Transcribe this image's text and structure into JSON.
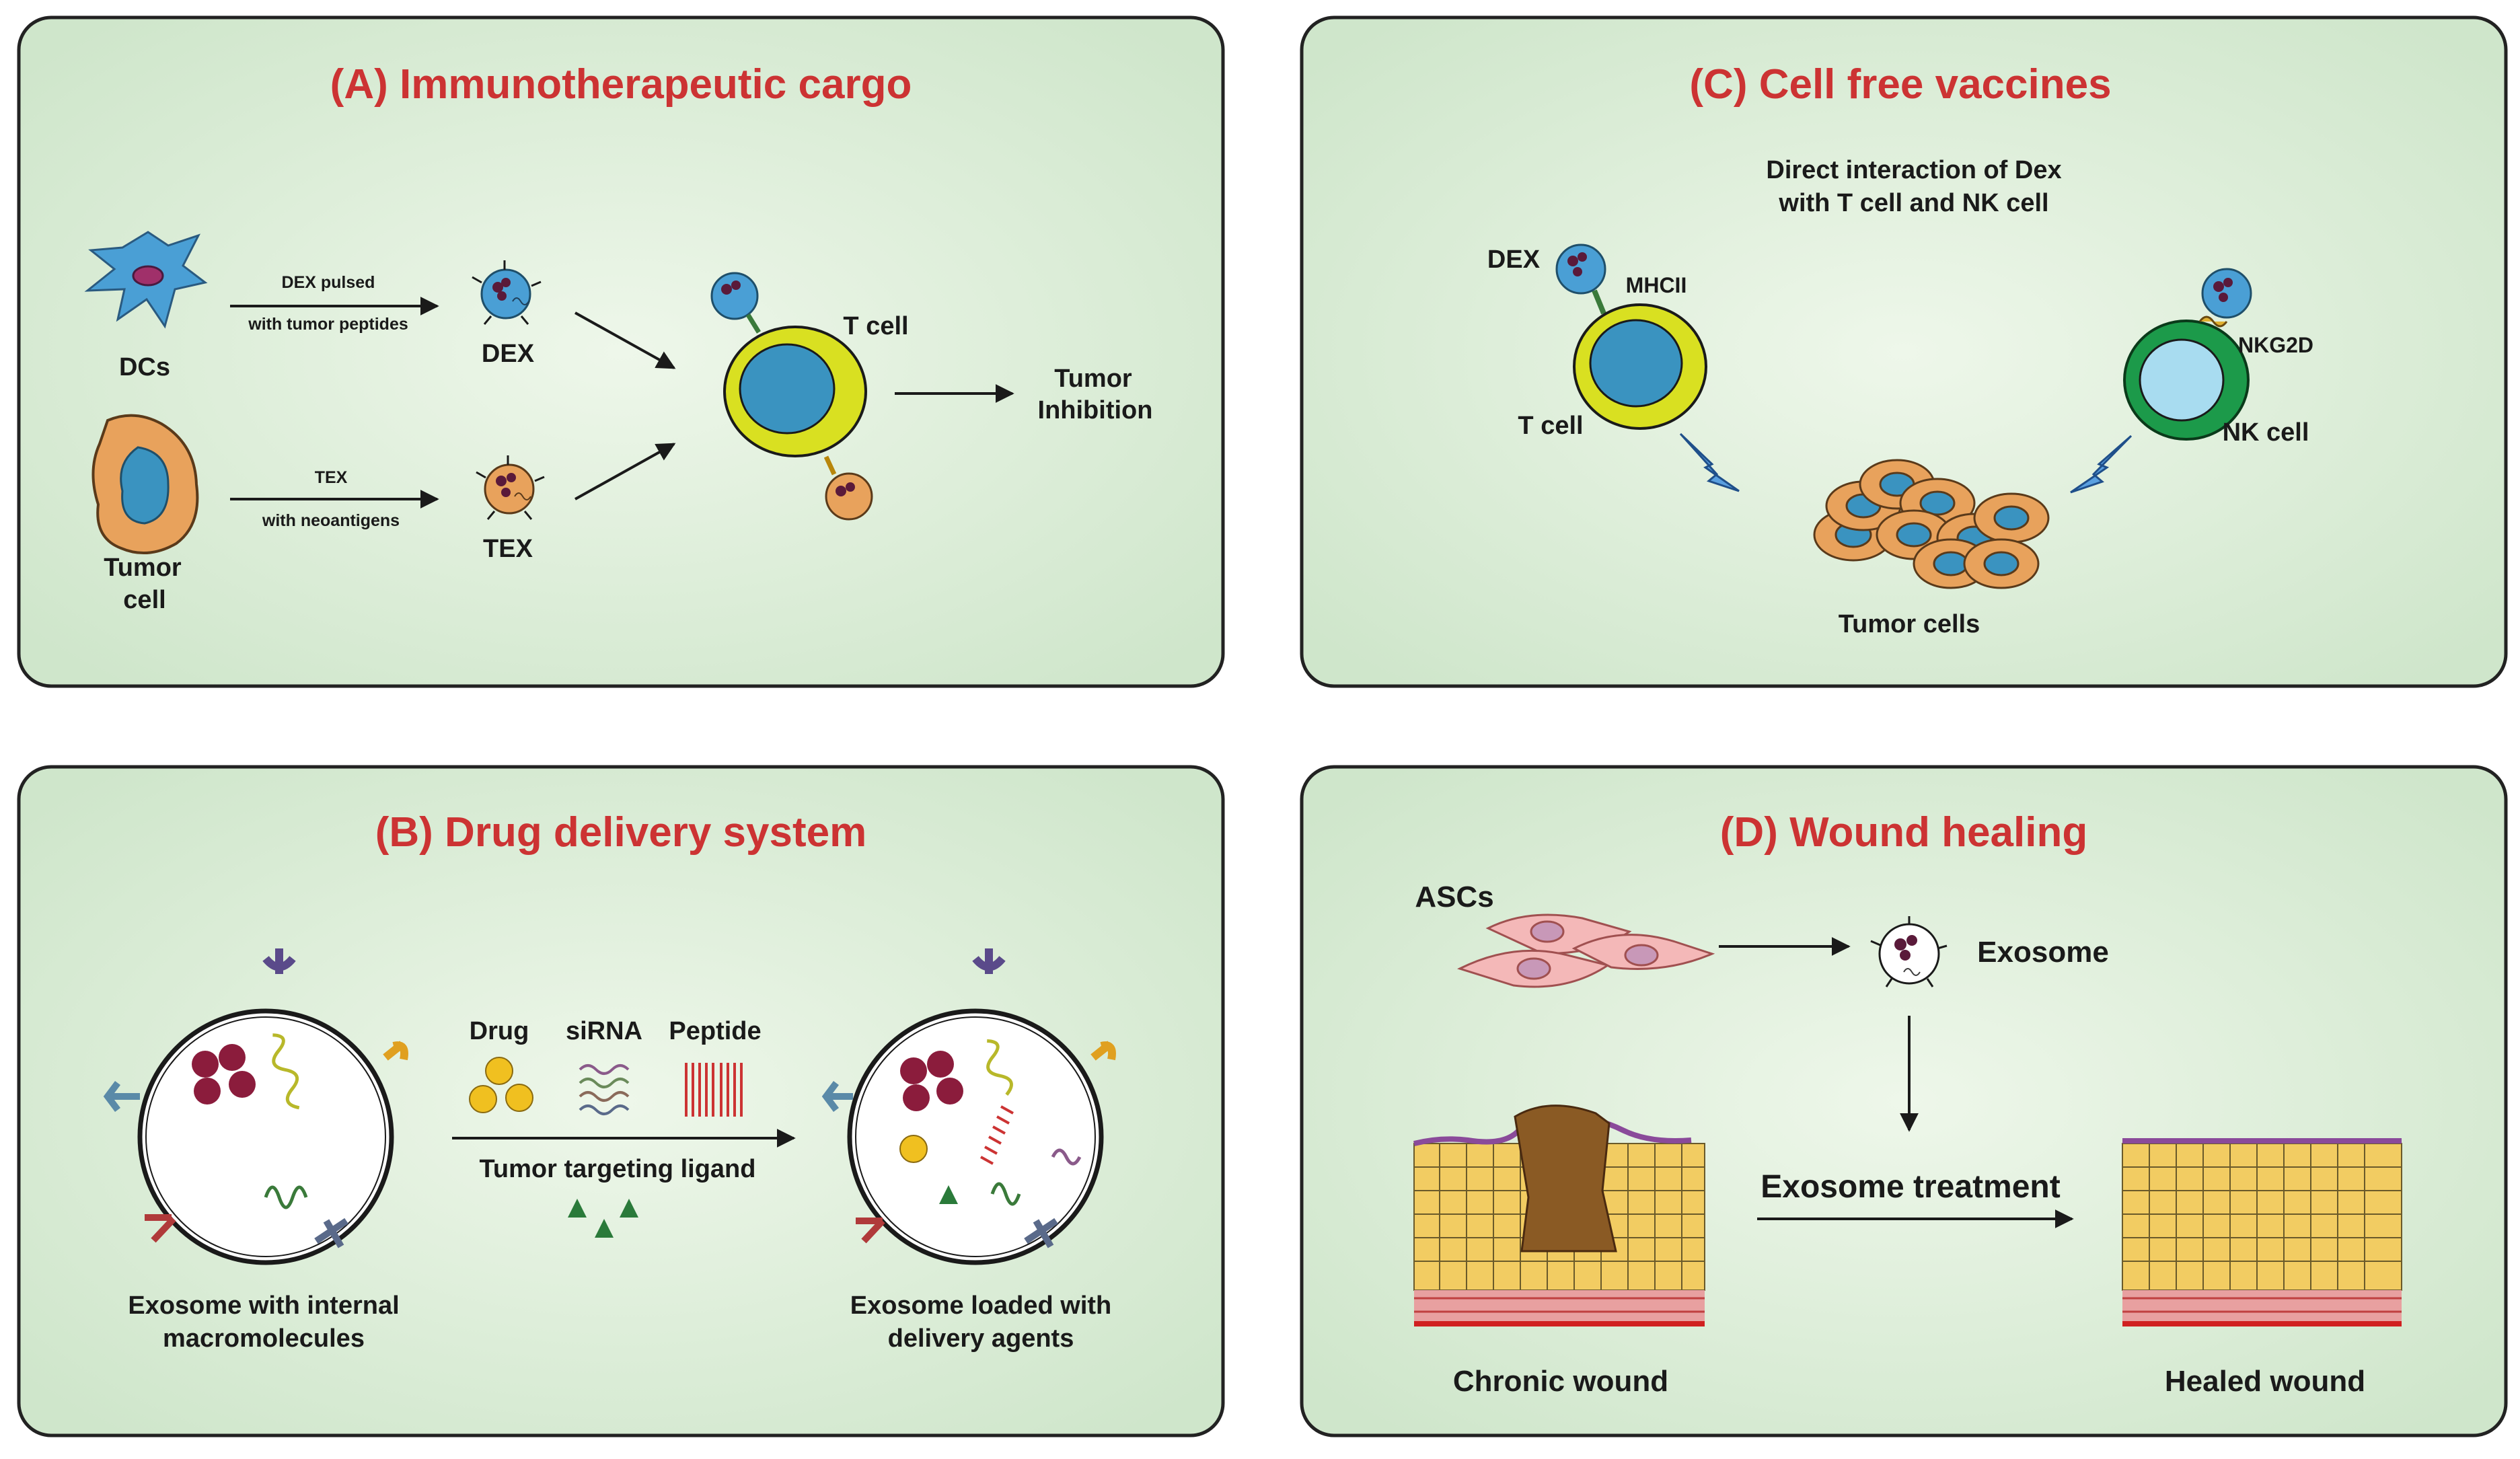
{
  "panels": {
    "a": {
      "title": "(A) Immunotherapeutic cargo",
      "dcs": "DCs",
      "tumor_cell_line1": "Tumor",
      "tumor_cell_line2": "cell",
      "dex_pulsed": "DEX pulsed",
      "with_tumor_peptides": "with tumor peptides",
      "tex_top": "TEX",
      "with_neoantigens": "with neoantigens",
      "dex": "DEX",
      "tex": "TEX",
      "t_cell": "T cell",
      "tumor_inhibition_line1": "Tumor",
      "tumor_inhibition_line2": "Inhibition"
    },
    "b": {
      "title": "(B) Drug delivery system",
      "drug": "Drug",
      "sirna": "siRNA",
      "peptide": "Peptide",
      "tumor_targeting_ligand": "Tumor targeting ligand",
      "left_caption_line1": "Exosome with internal",
      "left_caption_line2": "macromolecules",
      "right_caption_line1": "Exosome loaded with",
      "right_caption_line2": "delivery agents"
    },
    "c": {
      "title": "(C) Cell free vaccines",
      "subtitle_line1": "Direct interaction of Dex",
      "subtitle_line2": "with T cell and NK cell",
      "dex": "DEX",
      "mhcii": "MHCII",
      "t_cell": "T cell",
      "nkg2d": "NKG2D",
      "nk_cell": "NK cell",
      "tumor_cells": "Tumor cells"
    },
    "d": {
      "title": "(D) Wound healing",
      "ascs": "ASCs",
      "exosome": "Exosome",
      "exosome_treatment": "Exosome treatment",
      "chronic_wound": "Chronic wound",
      "healed_wound": "Healed wound"
    }
  },
  "colors": {
    "title_red": "#cc3333",
    "panel_green": "#d6ebd2",
    "dc_blue": "#4a9fd5",
    "tumor_orange": "#e8a25c",
    "t_cell_yellow": "#d9e021",
    "nk_green": "#1c9a4a",
    "cargo_maroon": "#8b1c3c",
    "tissue_yellow": "#f2cc62",
    "wound_brown": "#8a5a24"
  }
}
